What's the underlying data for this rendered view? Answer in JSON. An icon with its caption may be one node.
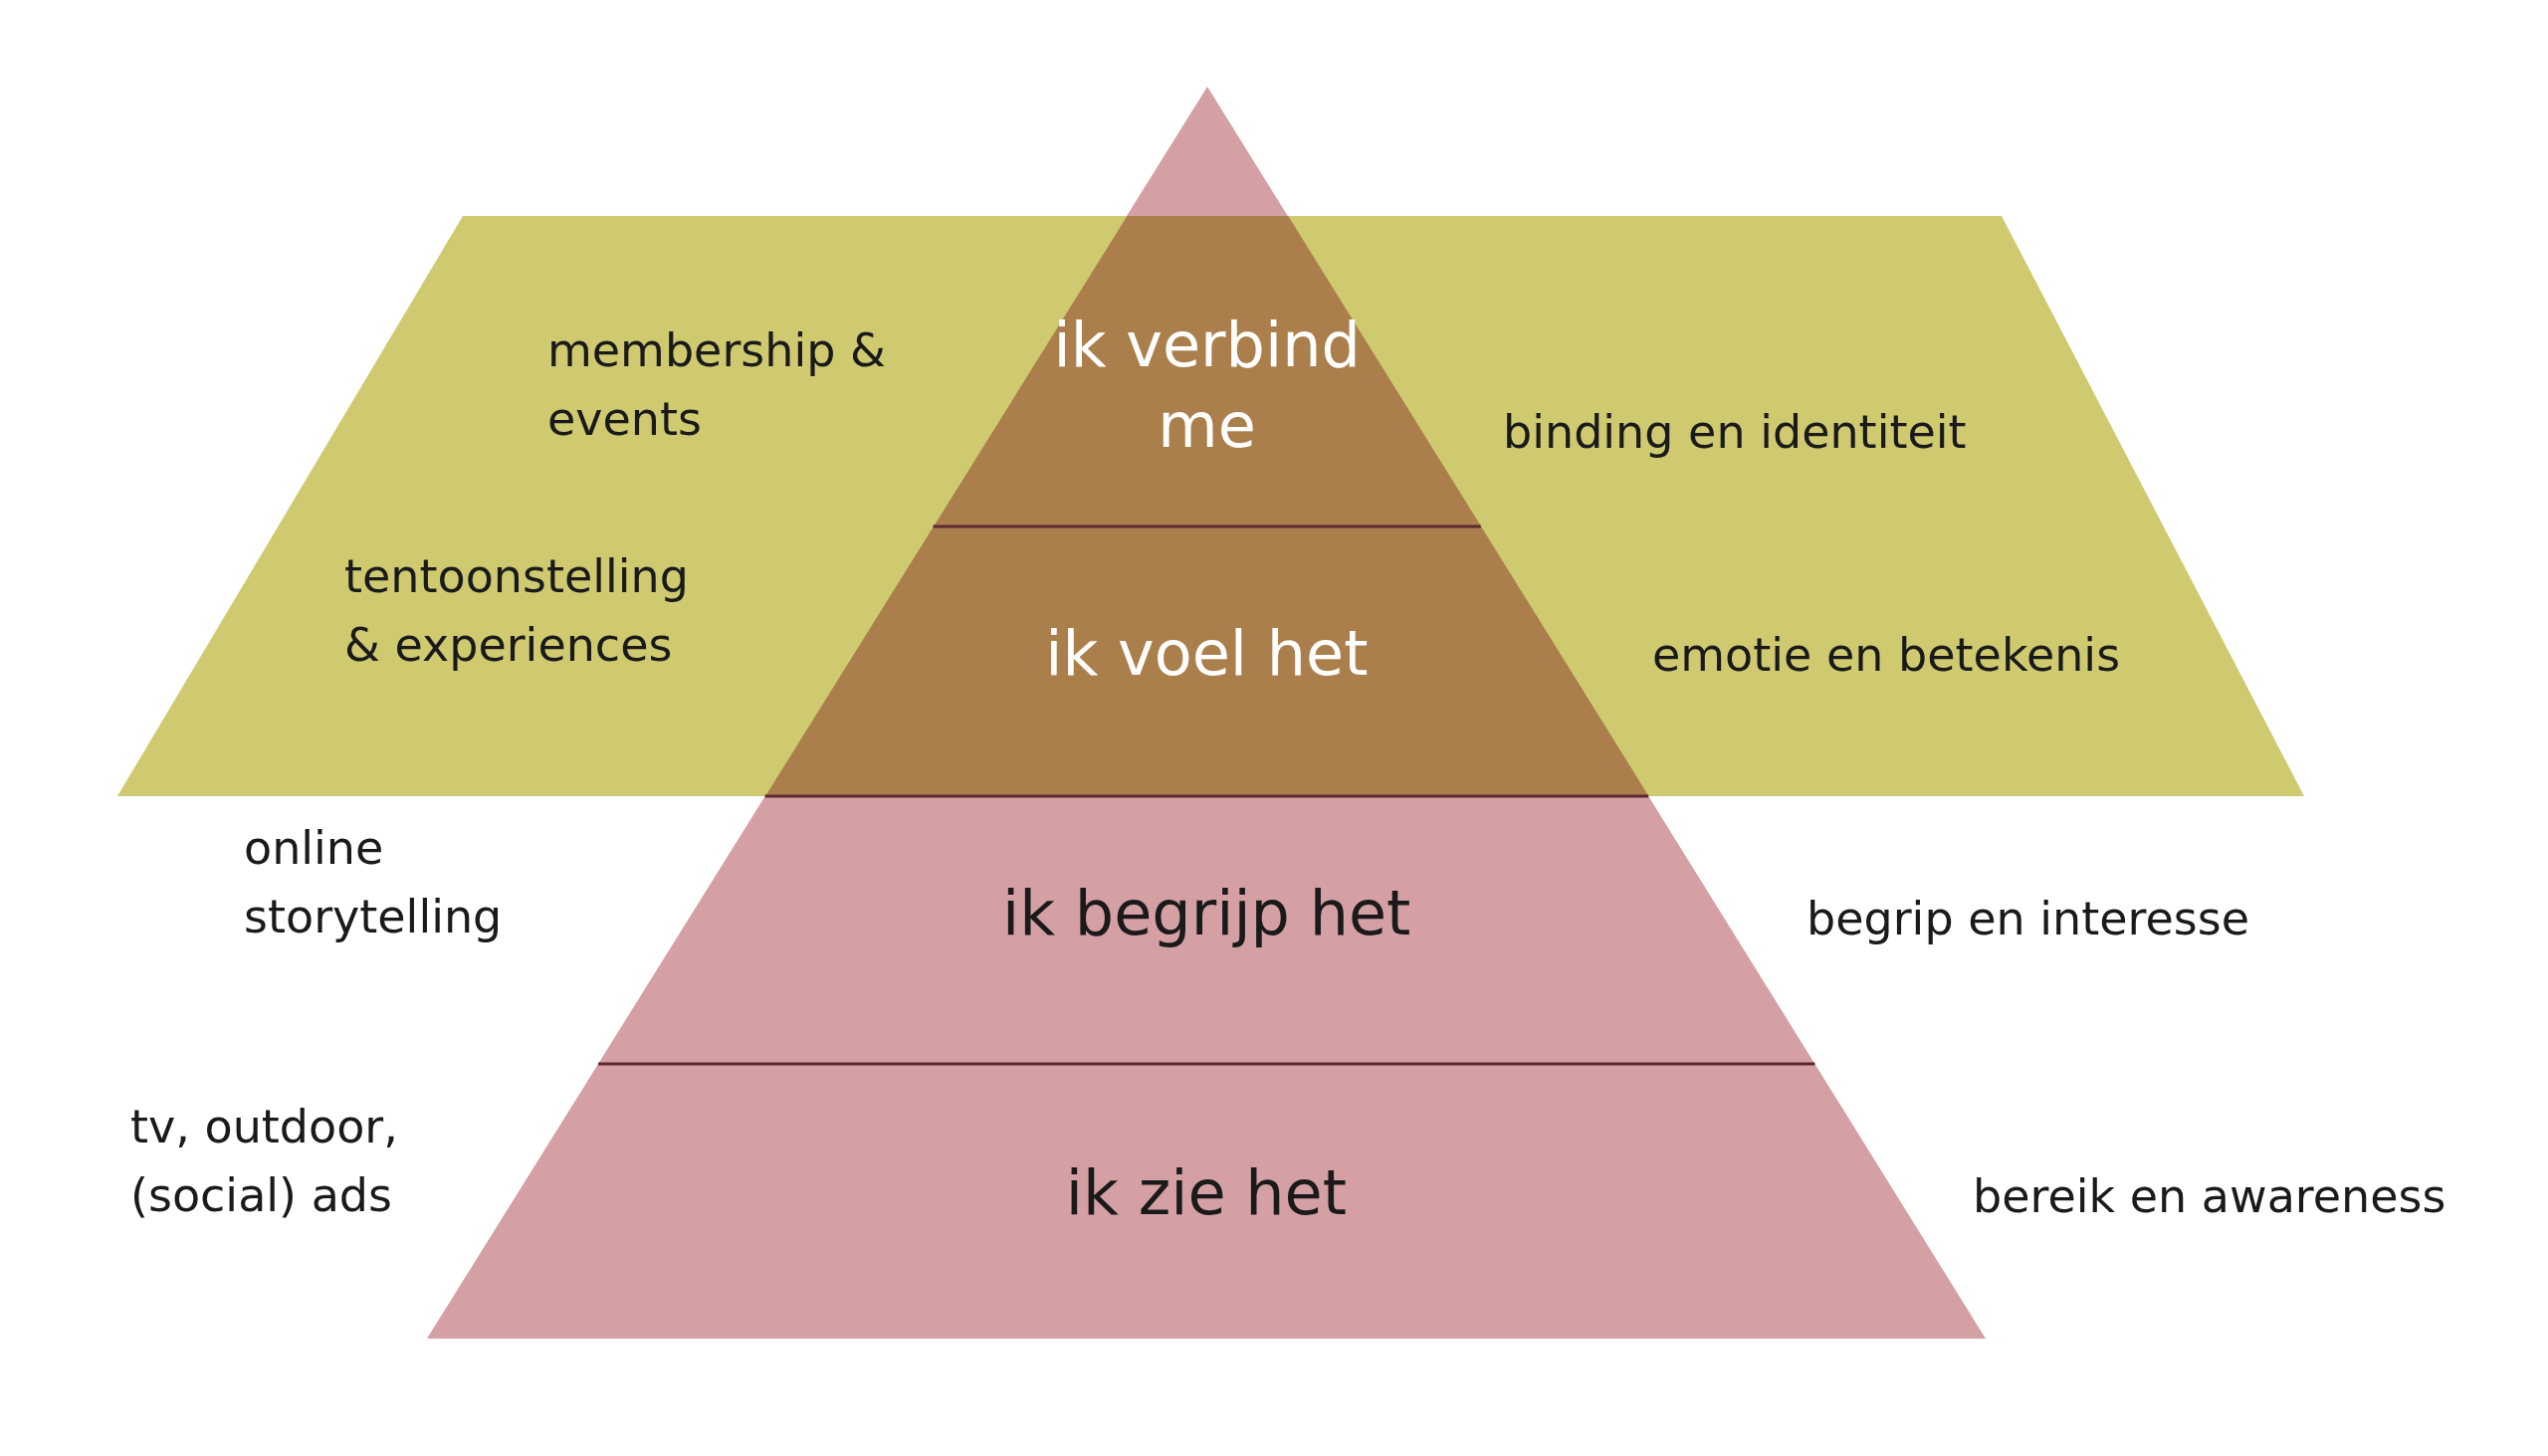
{
  "diagram": {
    "nodes": [
      {
        "text": [],
        "shape": "triangle"
      },
      {
        "text": [
          "ik verbind me"
        ],
        "beside": [
          "binding en identiteit"
        ]
      },
      {
        "text": [
          "ik voel het"
        ],
        "beside": [
          "emotie en betekenis"
        ]
      },
      {
        "text": [
          "ik begrijp het"
        ],
        "beside": [
          "begrip en interesse"
        ]
      },
      {
        "text": [
          "ik zie het"
        ],
        "beside": [
          "bereik en awareness"
        ]
      }
    ],
    "edges": [],
    "labels": [
      "membership & events",
      "tentoonstelling & experiences",
      "online storytelling",
      "tv, outdoor, (social) ads"
    ]
  }
}
